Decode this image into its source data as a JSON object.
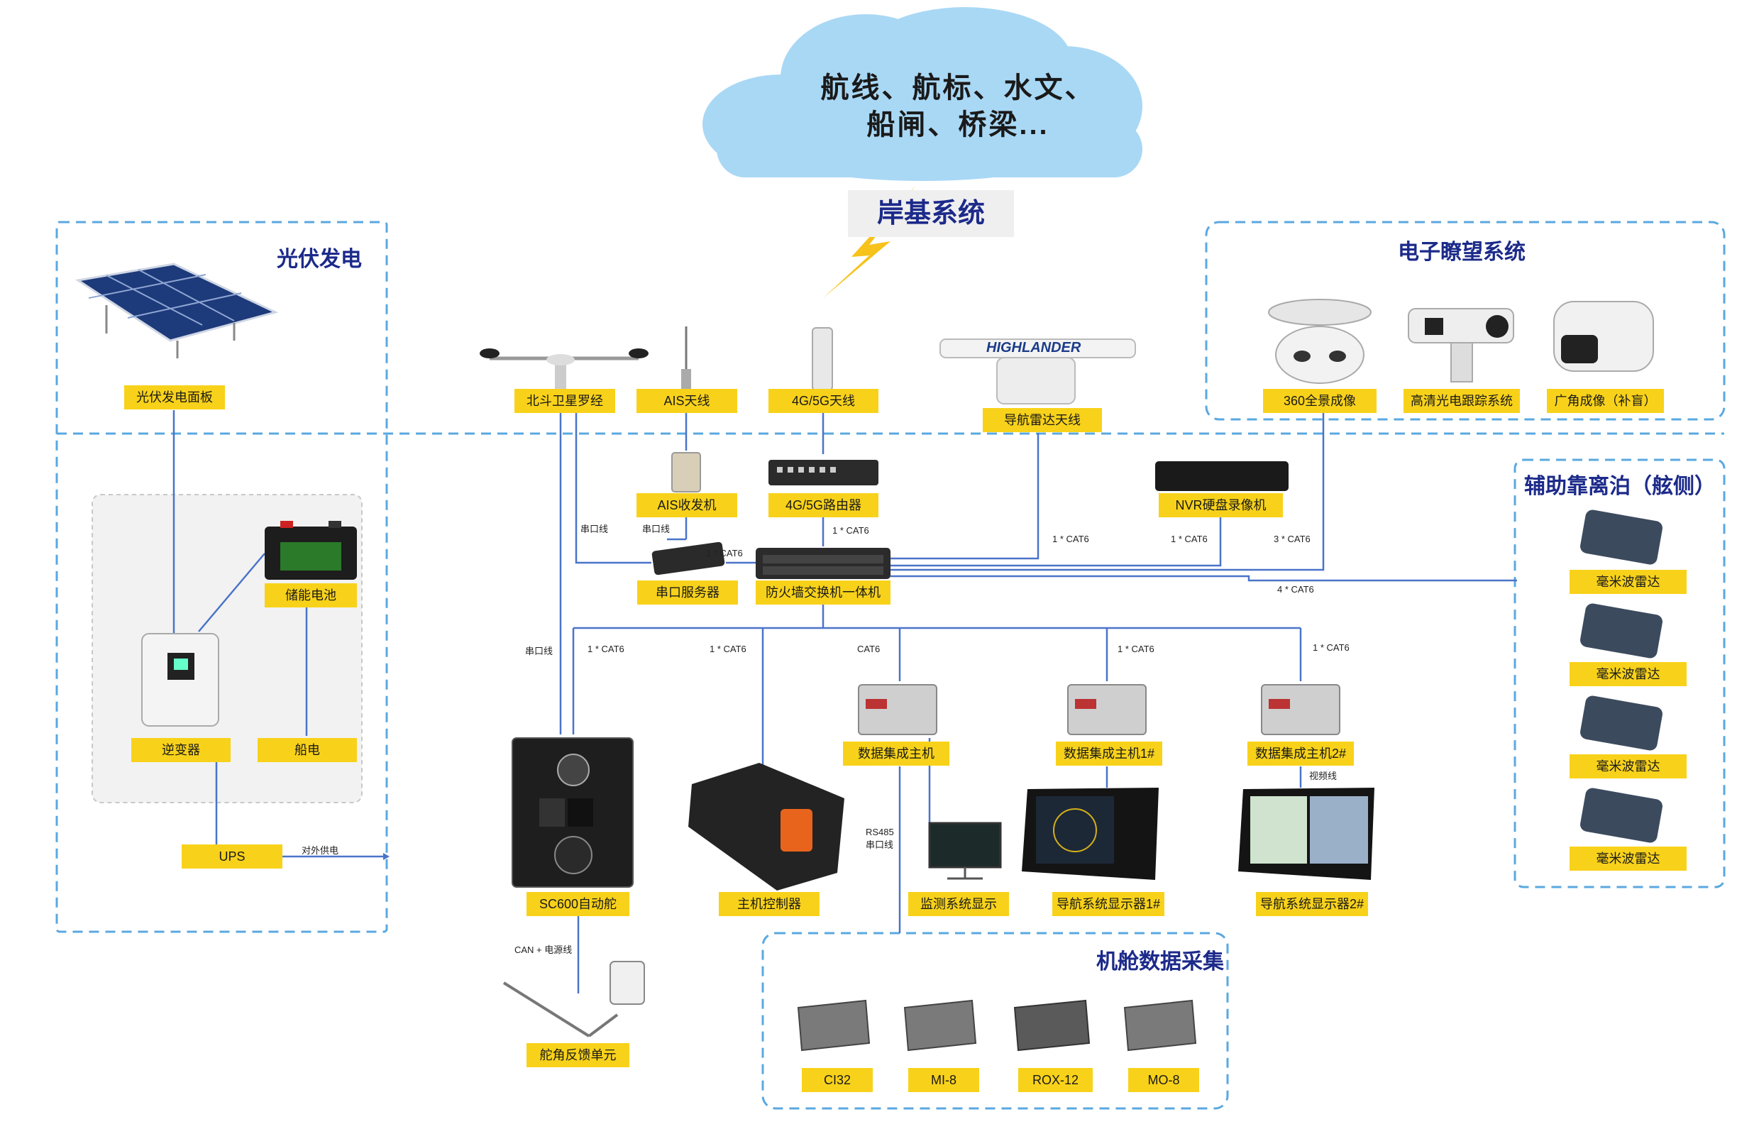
{
  "cloud": {
    "line1": "航线、航标、水文、",
    "line2": "船闸、桥梁..."
  },
  "shore_system": "岸基系统",
  "sections": {
    "pv": "光伏发电",
    "lookout": "电子瞭望系统",
    "berthing": "辅助靠离泊（舷侧）",
    "engine": "机舱数据采集"
  },
  "devices": {
    "pv_panel": "光伏发电面板",
    "storage_battery": "储能电池",
    "inverter": "逆变器",
    "ship_power": "船电",
    "ups": "UPS",
    "beidou": "北斗卫星罗经",
    "ais_antenna": "AIS天线",
    "antenna_4g5g": "4G/5G天线",
    "radar_antenna": "导航雷达天线",
    "cam_360": "360全景成像",
    "cam_hd": "高清光电跟踪系统",
    "cam_wide": "广角成像（补盲）",
    "ais_transceiver": "AIS收发机",
    "router_4g5g": "4G/5G路由器",
    "nvr": "NVR硬盘录像机",
    "serial_server": "串口服务器",
    "firewall_switch": "防火墙交换机一体机",
    "mmw_radar": [
      "毫米波雷达",
      "毫米波雷达",
      "毫米波雷达",
      "毫米波雷达"
    ],
    "data_host": "数据集成主机",
    "data_host1": "数据集成主机1#",
    "data_host2": "数据集成主机2#",
    "autopilot": "SC600自动舵",
    "main_controller": "主机控制器",
    "monitor_display": "监测系统显示",
    "nav_display1": "导航系统显示器1#",
    "nav_display2": "导航系统显示器2#",
    "rudder_feedback": "舵角反馈单元",
    "ci32": "CI32",
    "mi8": "MI-8",
    "rox12": "ROX-12",
    "mo8": "MO-8"
  },
  "links": {
    "external_power": "对外供电",
    "serial1": "串口线",
    "serial2": "串口线",
    "serial3": "串口线",
    "cat6_serial_server": "1 * CAT6",
    "cat6_router": "1 * CAT6",
    "cat6_radar": "1 * CAT6",
    "cat6_nvr": "1 * CAT6",
    "cat6_cams": "3 * CAT6",
    "cat6_mmw": "4 * CAT6",
    "cat6_autopilot": "1 * CAT6",
    "cat6_main_ctrl": "1 * CAT6",
    "cat6_data_host": "CAT6",
    "cat6_host1": "1 * CAT6",
    "cat6_host2": "1 * CAT6",
    "rs485_l1": "RS485",
    "rs485_l2": "串口线",
    "video": "视频线",
    "can_power": "CAN + 电源线"
  },
  "colors": {
    "label_bg": "#f8d21a",
    "section_title": "#1c2a8a",
    "dashed_border": "#5aa8e0",
    "wire": "#4a74c9",
    "cloud": "#a9d8f5"
  }
}
